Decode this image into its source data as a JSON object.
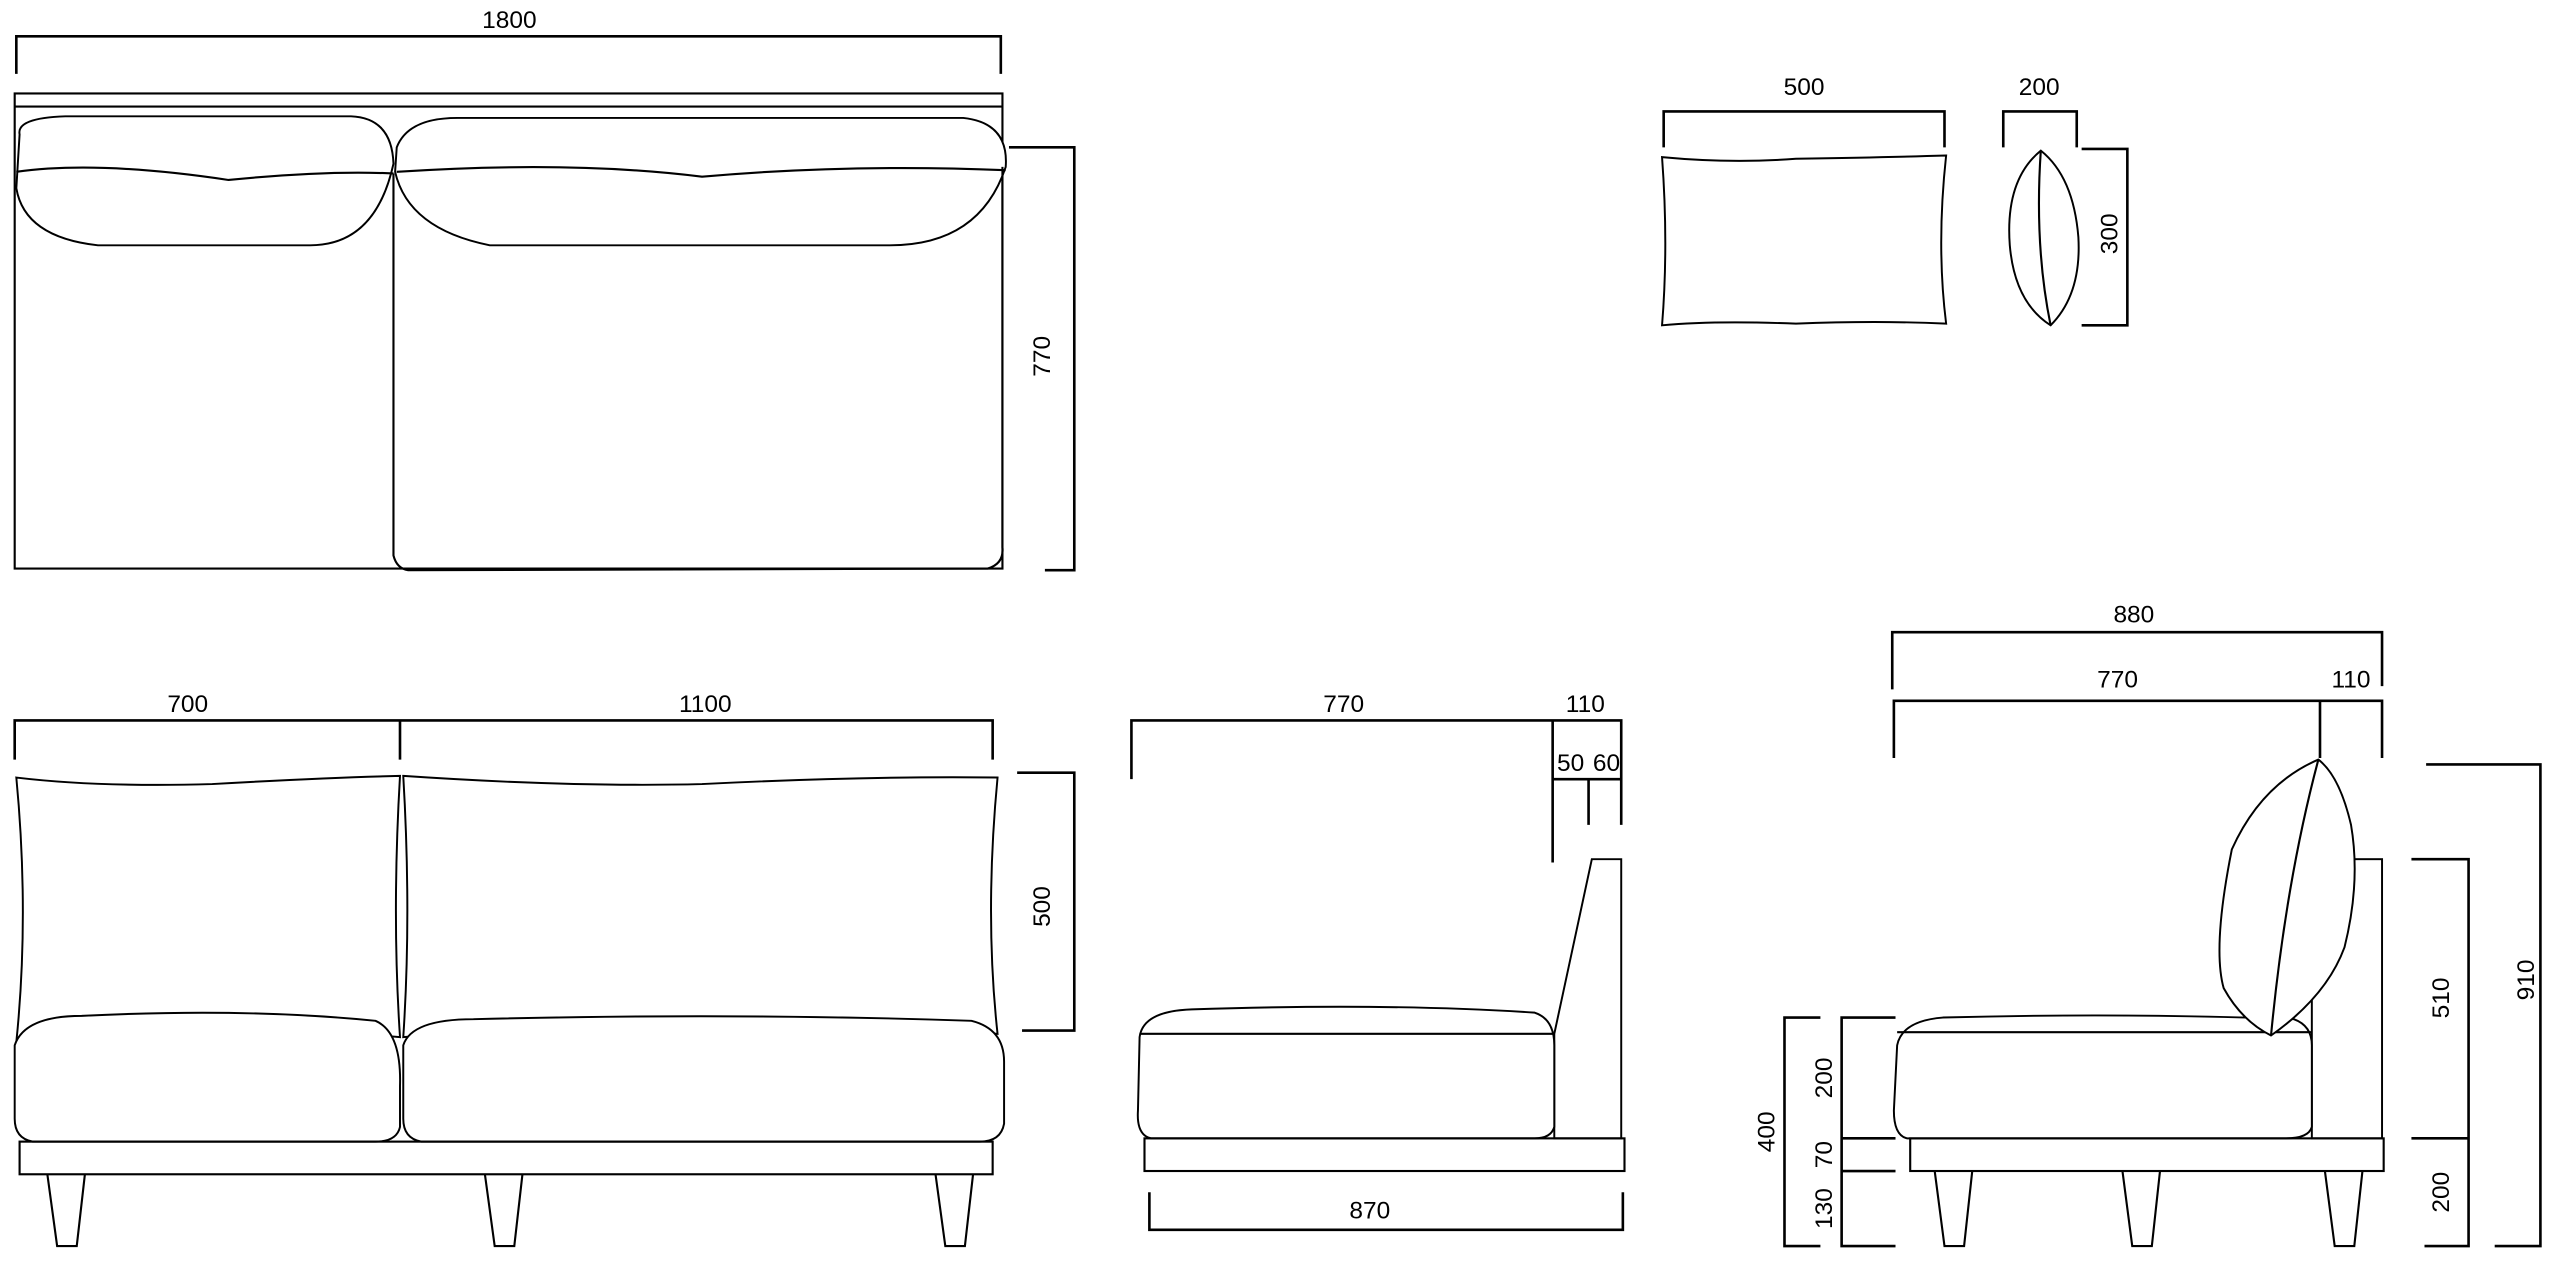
{
  "top_view": {
    "width": "1800",
    "depth": "770"
  },
  "pillows": {
    "width": "500",
    "thickness": "200",
    "height": "300"
  },
  "front_view": {
    "left_width": "700",
    "right_width": "1100",
    "cushion_height": "500"
  },
  "side_view_a": {
    "seat_depth": "770",
    "back_depth": "110",
    "back_top": "50",
    "back_bottom": "60",
    "base_depth": "870"
  },
  "side_view_b": {
    "total_depth": "880",
    "seat_depth": "770",
    "back_depth": "110",
    "seat_height": "400",
    "cushion": "200",
    "base": "70",
    "leg": "130",
    "back_height": "510",
    "lower_height": "200",
    "total_height": "910"
  }
}
